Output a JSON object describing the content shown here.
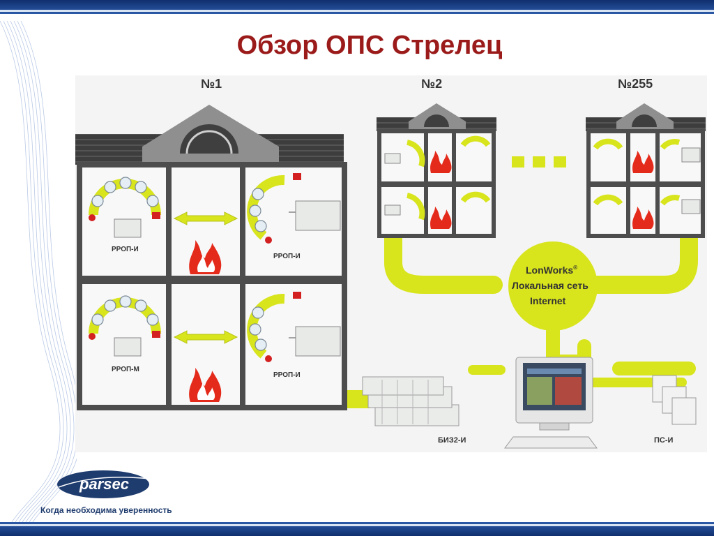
{
  "slide": {
    "title": "Обзор ОПС Стрелец"
  },
  "diagram": {
    "buildings": [
      "№1",
      "№2",
      "№255"
    ],
    "device_labels": {
      "rrop_i_1": "РРОП-И",
      "rrop_i_2": "РРОП-И",
      "rrop_i_3": "РРОП-И",
      "rrop_m": "РРОП-М",
      "biz": "БИЗ2-И",
      "ps": "ПС-И"
    },
    "network": {
      "line1": "LonWorks",
      "registered": "®",
      "line2": "Локальная сеть",
      "line3": "Internet"
    }
  },
  "logo": {
    "brand": "parsec",
    "tagline": "Когда необходима уверенность"
  },
  "colors": {
    "title": "#9b1b1b",
    "cable": "#d8e41c",
    "building": "#4d4d4d",
    "brand_blue": "#1f3c6e"
  }
}
